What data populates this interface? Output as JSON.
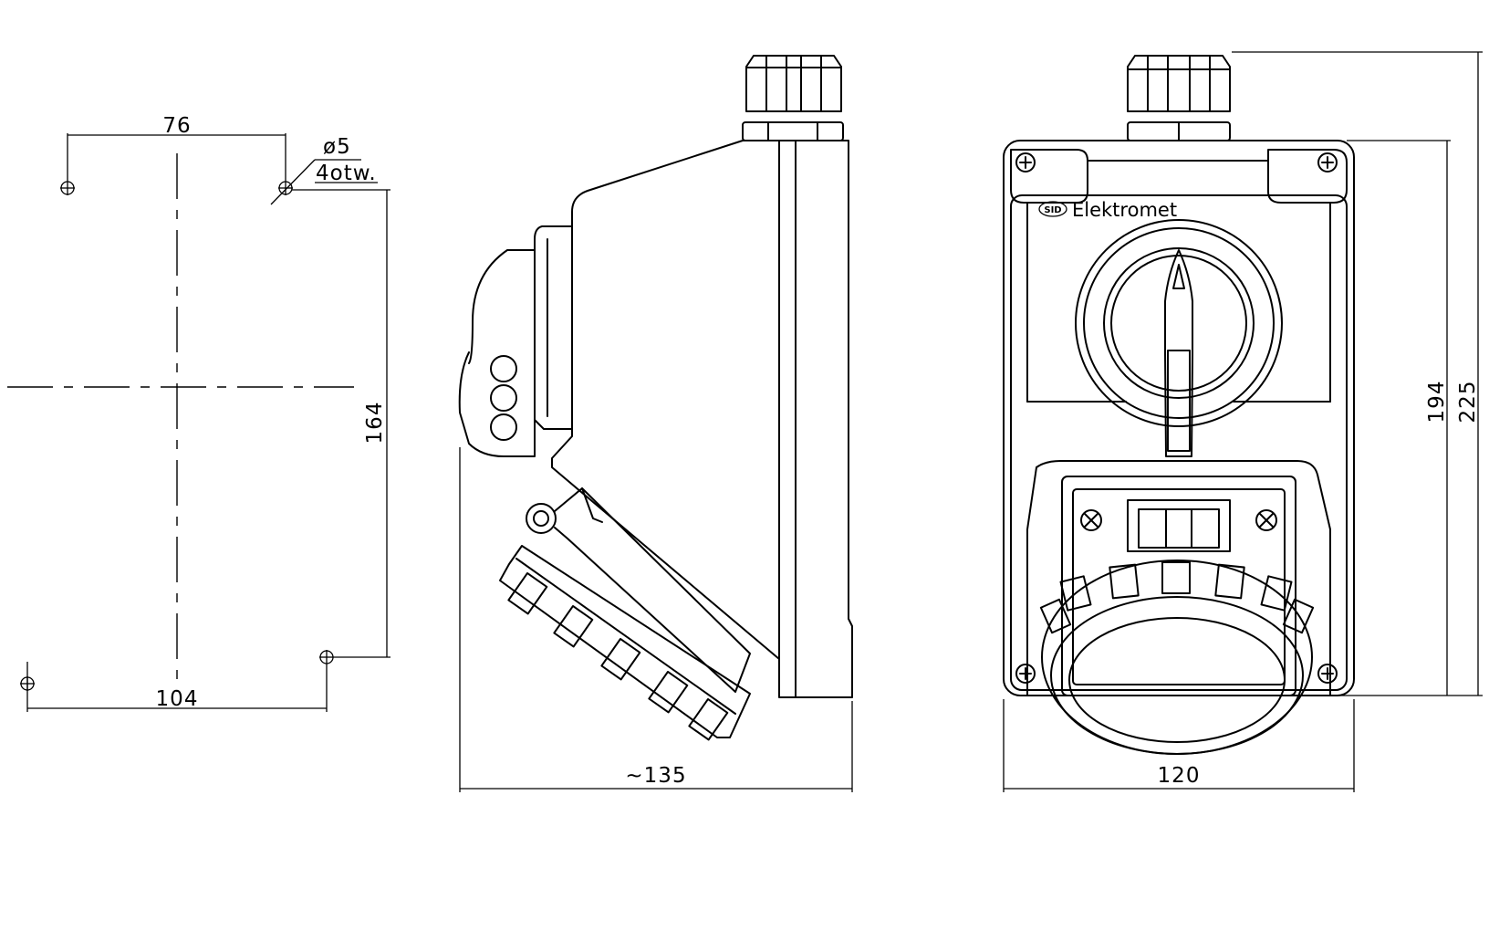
{
  "mounting_view": {
    "dim_top": "76",
    "dim_hole_diameter": "ø5",
    "dim_hole_count": "4otw.",
    "dim_height": "164",
    "dim_bottom": "104"
  },
  "side_view": {
    "dim_depth": "~135"
  },
  "front_view": {
    "brand_logo": "SID",
    "brand_name": "Elektromet",
    "dim_width": "120",
    "dim_height_inner": "194",
    "dim_height_total": "225"
  }
}
